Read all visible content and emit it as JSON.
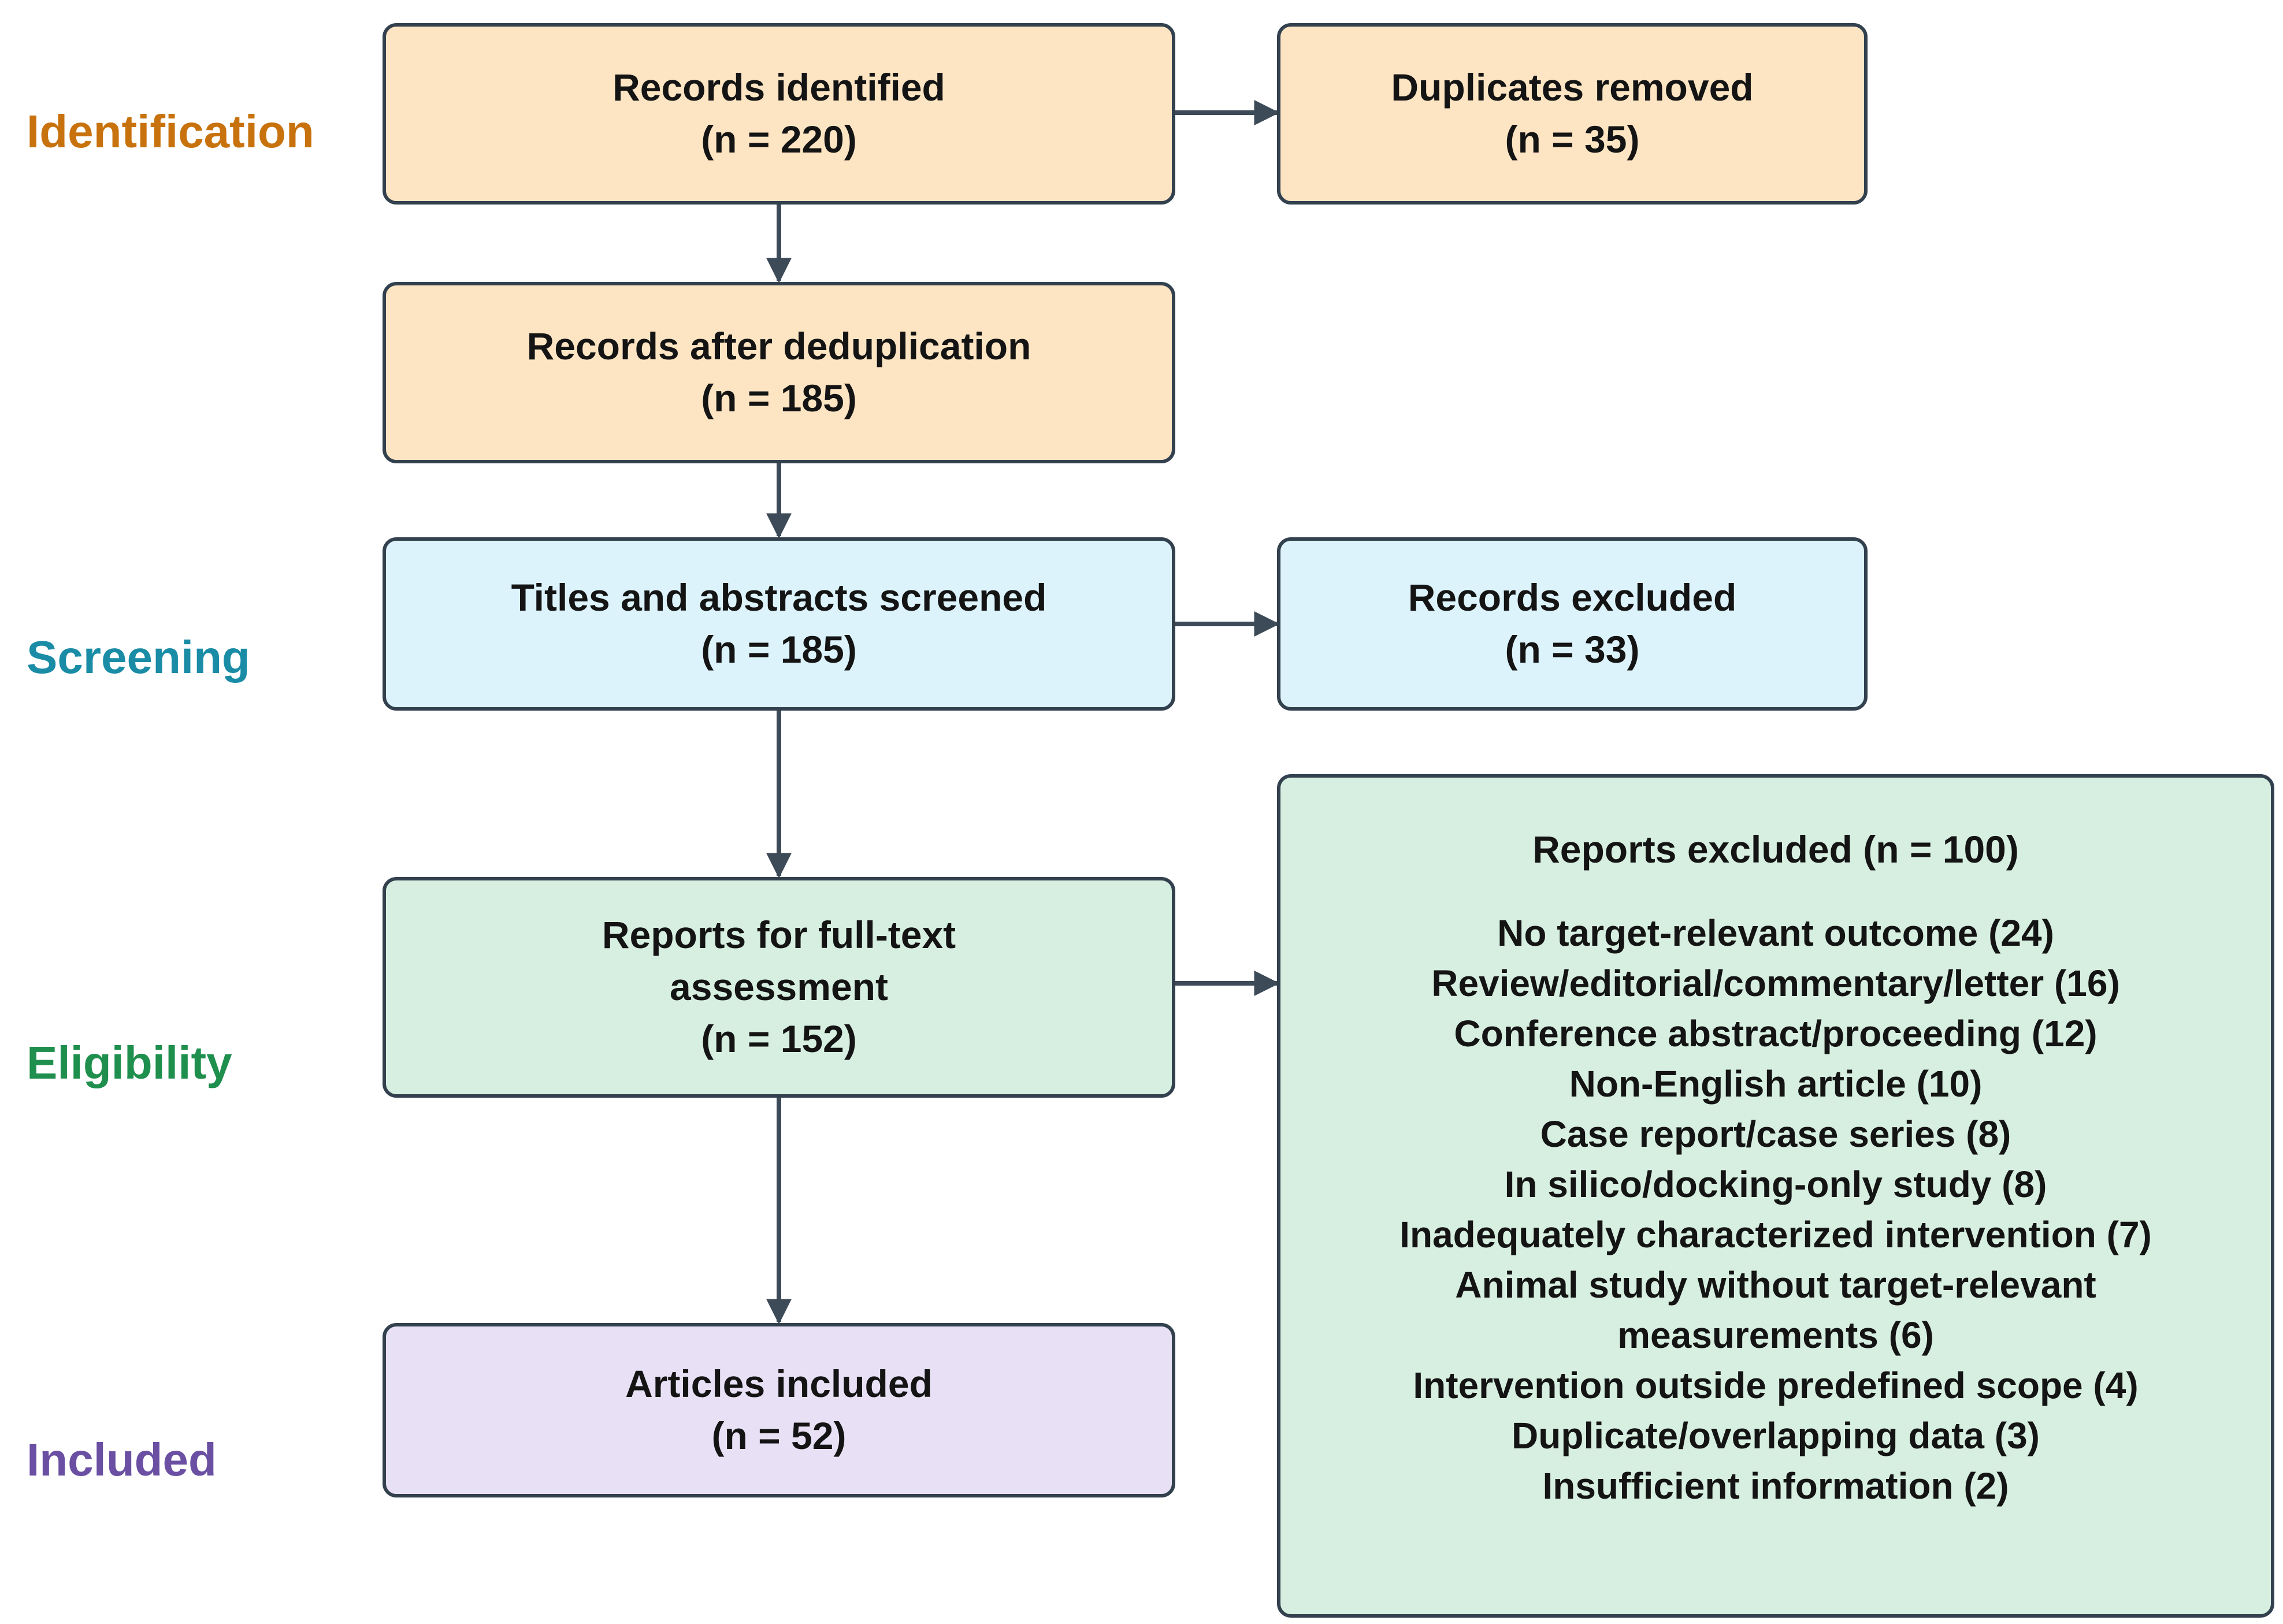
{
  "stages": {
    "identification": "Identification",
    "screening": "Screening",
    "eligibility": "Eligibility",
    "included": "Included"
  },
  "boxes": {
    "records_identified": {
      "title": "Records identified",
      "count": "(n = 220)"
    },
    "duplicates_removed": {
      "title": "Duplicates removed",
      "count": "(n = 35)"
    },
    "records_after_dedup": {
      "title": "Records after deduplication",
      "count": "(n = 185)"
    },
    "titles_screened": {
      "title": "Titles and abstracts screened",
      "count": "(n = 185)"
    },
    "records_excluded": {
      "title": "Records excluded",
      "count": "(n = 33)"
    },
    "full_text": {
      "title_line1": "Reports for full-text",
      "title_line2": "assessment",
      "count": "(n = 152)"
    },
    "articles_included": {
      "title": "Articles included",
      "count": "(n = 52)"
    },
    "reports_excluded": {
      "title": "Reports excluded (n = 100)",
      "reasons": [
        "No target-relevant outcome (24)",
        "Review/editorial/commentary/letter (16)",
        "Conference abstract/proceeding (12)",
        "Non-English article (10)",
        "Case report/case series (8)",
        "In silico/docking-only study (8)",
        "Inadequately characterized intervention (7)",
        "Animal study without target-relevant measurements (6)",
        "Intervention outside predefined scope (4)",
        "Duplicate/overlapping data (3)",
        "Insufficient information (2)"
      ]
    }
  },
  "colors": {
    "identification": "#c8720e",
    "screening": "#1a8ca6",
    "eligibility": "#1f8f4e",
    "included": "#6a4fa3",
    "orange_fill": "#fde5c3",
    "blue_fill": "#dcf3fc",
    "green_fill": "#d7efe0",
    "purple_fill": "#e8e1f6",
    "border": "#33414f",
    "arrow": "#3d4a57"
  }
}
